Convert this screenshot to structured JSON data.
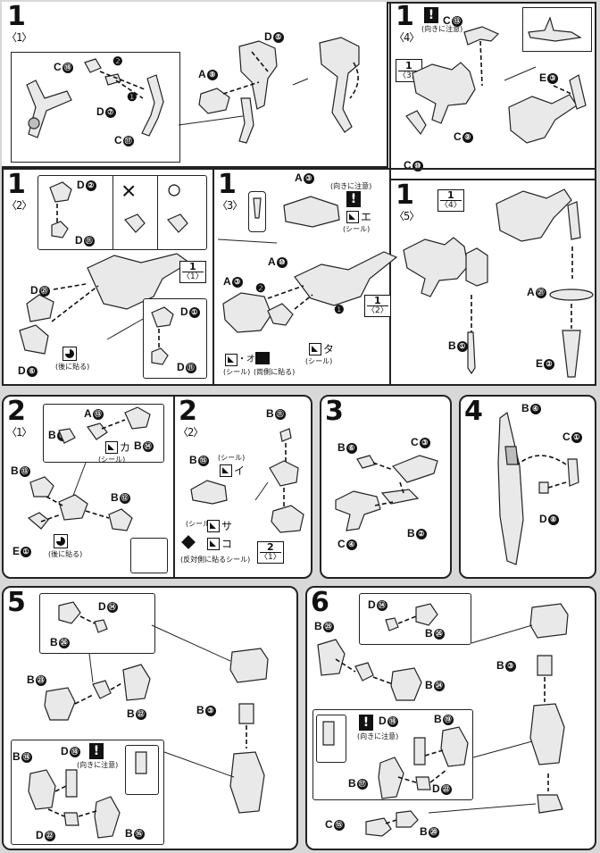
{
  "step1": {
    "number": "1",
    "sub1": "〈1〉",
    "sub2": "〈2〉",
    "sub3": "〈3〉",
    "sub4": "〈4〉",
    "sub5": "〈5〉"
  },
  "labels": {
    "c18": "C",
    "c18n": "⑱",
    "d7": "D",
    "d7n": "⑦",
    "c17": "C",
    "c17n": "⑰",
    "a9": "A",
    "a9n": "⑨",
    "d5": "D",
    "d5n": "⑤",
    "c13": "C",
    "c13n": "⑬",
    "c9": "C",
    "c9n": "⑨",
    "c10": "C",
    "c10n": "⑩",
    "e3": "E",
    "e3n": "③",
    "d2": "D",
    "d2n": "②",
    "d11a": "D",
    "d11an": "⑪",
    "d21": "D",
    "d21n": "㉑",
    "d6": "D",
    "d6n": "⑥",
    "d1": "D",
    "d1n": "①",
    "d11b": "D",
    "d11bn": "⑪",
    "a3a": "A",
    "a3an": "③",
    "a3b": "A",
    "a3bn": "③",
    "a10": "A",
    "a10n": "⑩",
    "a21": "A",
    "a21n": "㉑",
    "b1": "B",
    "b1n": "①",
    "e2": "E",
    "e2n": "②",
    "a13": "A",
    "a13n": "⑬",
    "b5": "B",
    "b5n": "⑤",
    "b14": "B",
    "b14n": "⑭",
    "b13": "B",
    "b13n": "⑬",
    "b12": "B",
    "b12n": "⑫",
    "e1": "E",
    "e1n": "①",
    "b15": "B",
    "b15n": "⑮",
    "b11": "B",
    "b11n": "⑪",
    "b6": "B",
    "b6n": "⑥",
    "c3": "C",
    "c3n": "③",
    "c4": "C",
    "c4n": "④",
    "b2": "B",
    "b2n": "②",
    "b4": "B",
    "b4n": "④",
    "c1": "C",
    "c1n": "①",
    "d8": "D",
    "d8n": "⑧",
    "d14a": "D",
    "d14an": "⑭",
    "b26a": "B",
    "b26an": "㉖",
    "b23": "B",
    "b23n": "㉓",
    "b22": "B",
    "b22n": "㉒",
    "b3a": "B",
    "b3an": "③",
    "d18a": "D",
    "d18an": "⑱",
    "b18": "B",
    "b18n": "⑱",
    "d22a": "D",
    "d22an": "㉒",
    "b16": "B",
    "b16n": "⑯",
    "b25": "B",
    "b25n": "㉕",
    "d14b": "D",
    "d14bn": "⑭",
    "b26b": "B",
    "b26bn": "㉖",
    "b24": "B",
    "b24n": "㉔",
    "b3b": "B",
    "b3bn": "③",
    "d18b": "D",
    "d18bn": "⑱",
    "b19": "B",
    "b19n": "⑲",
    "b17": "B",
    "b17n": "⑰",
    "d22b": "D",
    "d22bn": "㉒",
    "c15": "C",
    "c15n": "⑮",
    "b20": "B",
    "b20n": "⑳"
  },
  "notes": {
    "caution": "(向きに注意)",
    "caution_mark": "!",
    "seal": "(シール)",
    "paint_after": "(後に貼る)",
    "both_sides": "(両側に貼る)",
    "opposite_seal": "(反対側に貼るシール)",
    "seal_e": "エ",
    "seal_o": "オ",
    "seal_ta": "タ",
    "seal_ka": "カ",
    "seal_i": "イ",
    "seal_sa": "サ",
    "seal_ko": "コ",
    "wrong": "×",
    "right": "○",
    "order1": "❶",
    "order2": "❷",
    "colon": "・オ・"
  },
  "refs": {
    "r1_1": "1",
    "r1_1s": "〈1〉",
    "r1_2": "1",
    "r1_2s": "〈2〉",
    "r1_4": "1",
    "r1_4s": "〈4〉",
    "r2_1": "2",
    "r2_1s": "〈1〉"
  },
  "step2": {
    "number": "2",
    "sub1": "〈1〉",
    "sub2": "〈2〉"
  },
  "step3": {
    "number": "3"
  },
  "step4": {
    "number": "4"
  },
  "step5": {
    "number": "5"
  },
  "step6": {
    "number": "6"
  }
}
